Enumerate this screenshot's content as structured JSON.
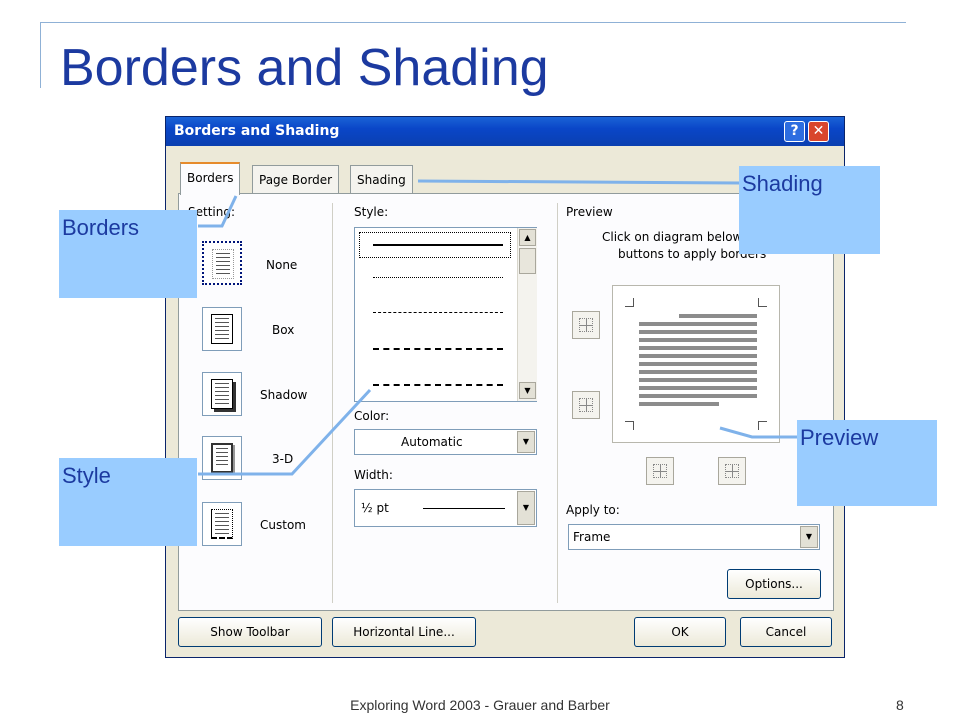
{
  "slide": {
    "title": "Borders and Shading",
    "footer": "Exploring Word 2003 - Grauer and Barber",
    "page_number": "8"
  },
  "dialog": {
    "title": "Borders and Shading",
    "help_button": "?",
    "close_button": "✕",
    "tabs": [
      {
        "label": "Borders",
        "active": true
      },
      {
        "label": "Page Border",
        "active": false
      },
      {
        "label": "Shading",
        "active": false
      }
    ],
    "setting": {
      "label": "Setting:",
      "items": [
        {
          "label": "None",
          "selected": true
        },
        {
          "label": "Box",
          "selected": false
        },
        {
          "label": "Shadow",
          "selected": false
        },
        {
          "label": "3-D",
          "selected": false
        },
        {
          "label": "Custom",
          "selected": false
        }
      ]
    },
    "style": {
      "label": "Style:",
      "lines": [
        "solid",
        "dotted",
        "dashed-small",
        "dashed",
        "dash-dot"
      ]
    },
    "color": {
      "label": "Color:",
      "value": "Automatic"
    },
    "width": {
      "label": "Width:",
      "value": "½ pt"
    },
    "preview": {
      "label": "Preview",
      "instruction_line1": "Click on diagram below or use",
      "instruction_line2": "buttons to apply borders"
    },
    "apply_to": {
      "label": "Apply to:",
      "value": "Frame"
    },
    "buttons": {
      "options": "Options...",
      "show_toolbar": "Show Toolbar",
      "horizontal_line": "Horizontal Line...",
      "ok": "OK",
      "cancel": "Cancel"
    }
  },
  "callouts": {
    "shading": "Shading",
    "borders": "Borders",
    "preview": "Preview",
    "style": "Style"
  },
  "colors": {
    "title_blue": "#1c3aa0",
    "callout_fill": "#99ccff",
    "connector": "#7fb2ea"
  }
}
